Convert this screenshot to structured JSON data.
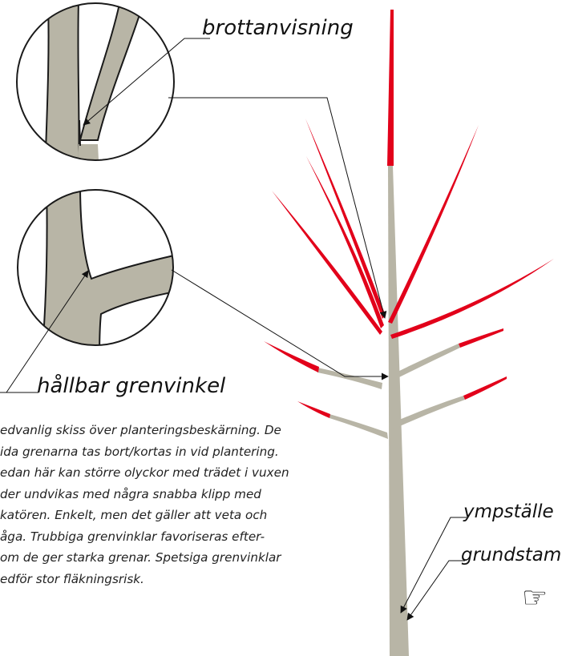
{
  "labels": {
    "brottanvisning": "brottanvisning",
    "hallbar_grenvinkel": "hållbar grenvinkel",
    "ympstalle": "ympställe",
    "grundstam": "grundstam"
  },
  "caption_lines": [
    "edvanlig skiss över planteringsbeskärning. De",
    "ida grenarna tas bort/kortas in vid plantering.",
    "edan här kan större olyckor med trädet i vuxen",
    "der undvikas med några snabba klipp med",
    "katören. Enkelt, men det gäller att veta och",
    "åga. Trubbiga grenvinklar favoriseras efter-",
    "om de ger starka grenar. Spetsiga grenvinklar",
    "edför stor fläkningsrisk."
  ],
  "icons": {
    "pointing_hand": "pointing-hand-icon"
  },
  "colors": {
    "wood": "#b8b5a6",
    "removed": "#e2001a",
    "outline": "#1a1a1a",
    "background": "#ffffff"
  }
}
